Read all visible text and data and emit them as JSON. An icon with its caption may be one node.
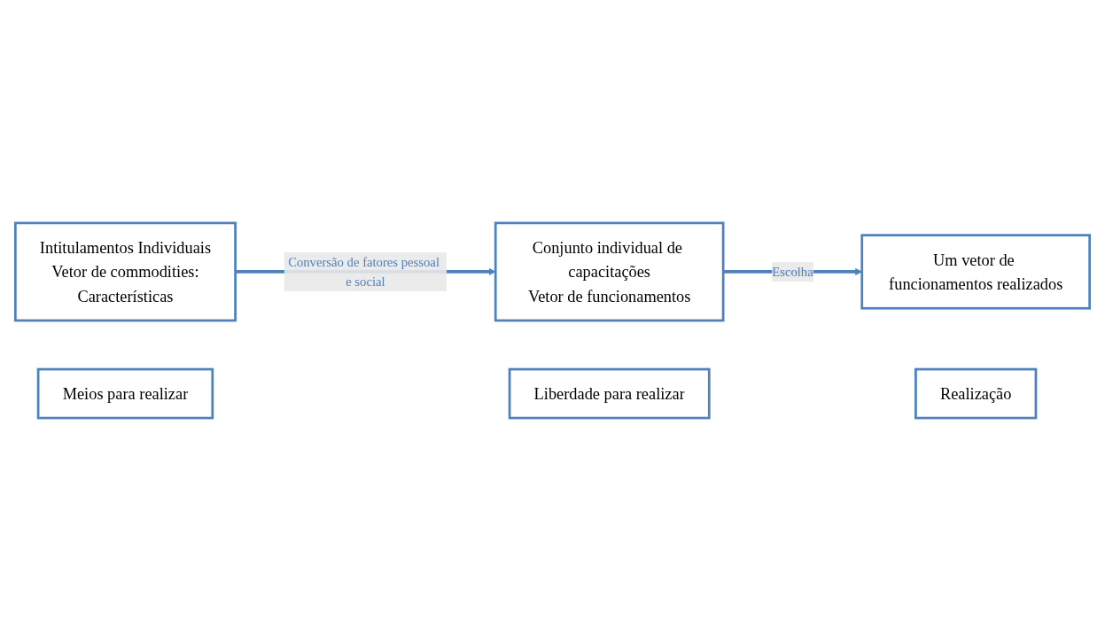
{
  "diagram": {
    "nodes": [
      {
        "text": [
          "Intitulamentos Individuais",
          "Vetor de commodities:",
          "Características"
        ]
      },
      {
        "text": [
          "Conjunto individual de capacitações",
          "Vetor de funcionamentos"
        ]
      },
      {
        "text": [
          "Um vetor de funcionamentos realizados"
        ]
      },
      {
        "text": [
          "Meios para realizar"
        ]
      },
      {
        "text": [
          "Liberdade para realizar"
        ]
      },
      {
        "text": [
          "Realização"
        ]
      }
    ],
    "edges": [
      {
        "from": 0,
        "to": 1,
        "arrow": "to",
        "label": "Conversão de fatores pessoal e social"
      },
      {
        "from": 1,
        "to": 2,
        "arrow": "to",
        "label": "Escolha"
      }
    ]
  }
}
